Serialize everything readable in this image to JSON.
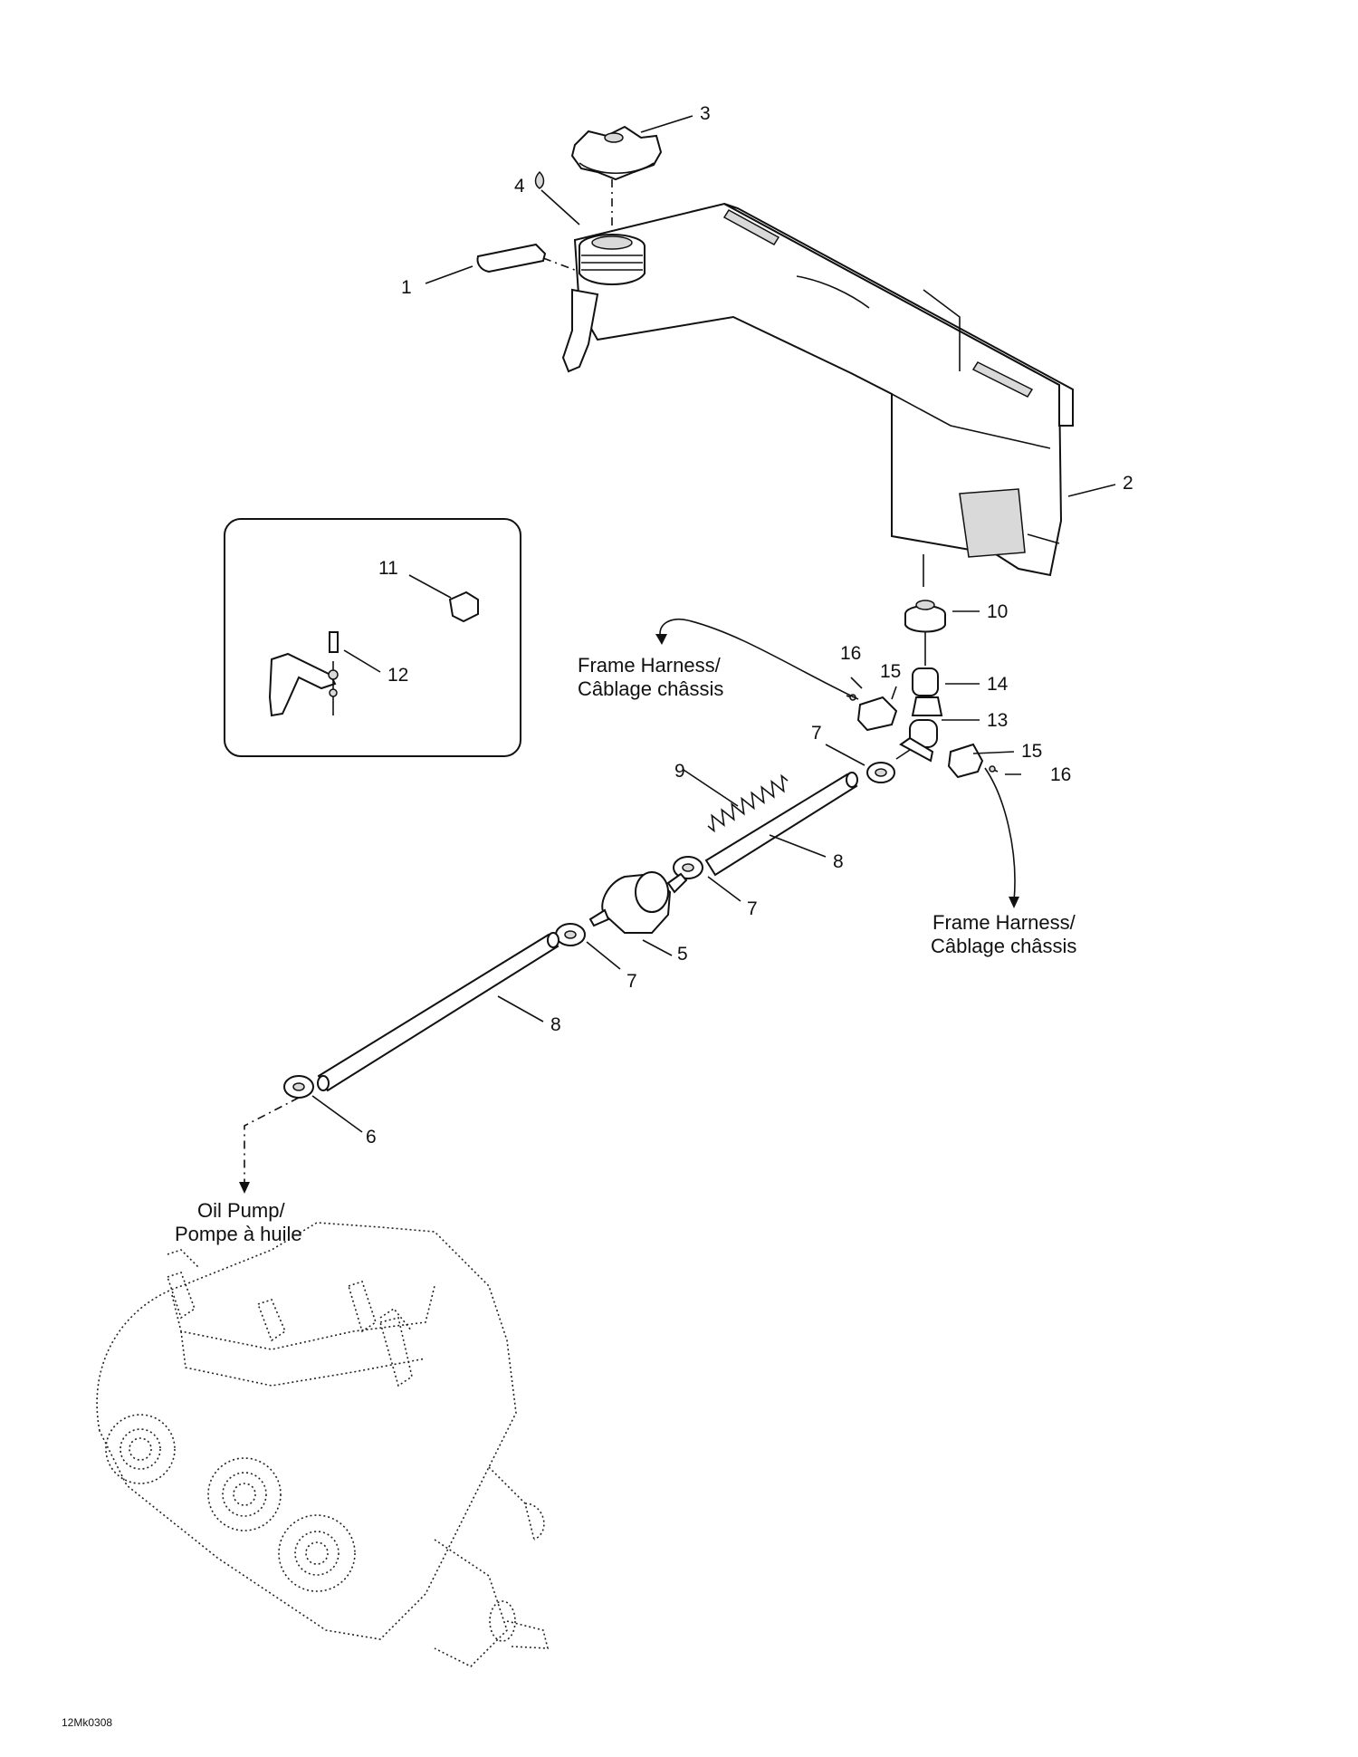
{
  "callouts": [
    {
      "id": "1",
      "text": "1"
    },
    {
      "id": "2",
      "text": "2"
    },
    {
      "id": "3",
      "text": "3"
    },
    {
      "id": "4",
      "text": "4"
    },
    {
      "id": "5",
      "text": "5"
    },
    {
      "id": "6",
      "text": "6"
    },
    {
      "id": "7a",
      "text": "7"
    },
    {
      "id": "7b",
      "text": "7"
    },
    {
      "id": "7c",
      "text": "7"
    },
    {
      "id": "8a",
      "text": "8"
    },
    {
      "id": "8b",
      "text": "8"
    },
    {
      "id": "9",
      "text": "9"
    },
    {
      "id": "10",
      "text": "10"
    },
    {
      "id": "11",
      "text": "11"
    },
    {
      "id": "12",
      "text": "12"
    },
    {
      "id": "13",
      "text": "13"
    },
    {
      "id": "14",
      "text": "14"
    },
    {
      "id": "15a",
      "text": "15"
    },
    {
      "id": "15b",
      "text": "15"
    },
    {
      "id": "16a",
      "text": "16"
    },
    {
      "id": "16b",
      "text": "16"
    }
  ],
  "notes": {
    "frame_harness_left": [
      "Frame Harness/",
      "Câblage châssis"
    ],
    "frame_harness_right": [
      "Frame Harness/",
      "Câblage châssis"
    ],
    "oil_pump": [
      "Oil Pump/",
      "Pompe à huile"
    ]
  },
  "drawing_ref": "12Mk0308"
}
